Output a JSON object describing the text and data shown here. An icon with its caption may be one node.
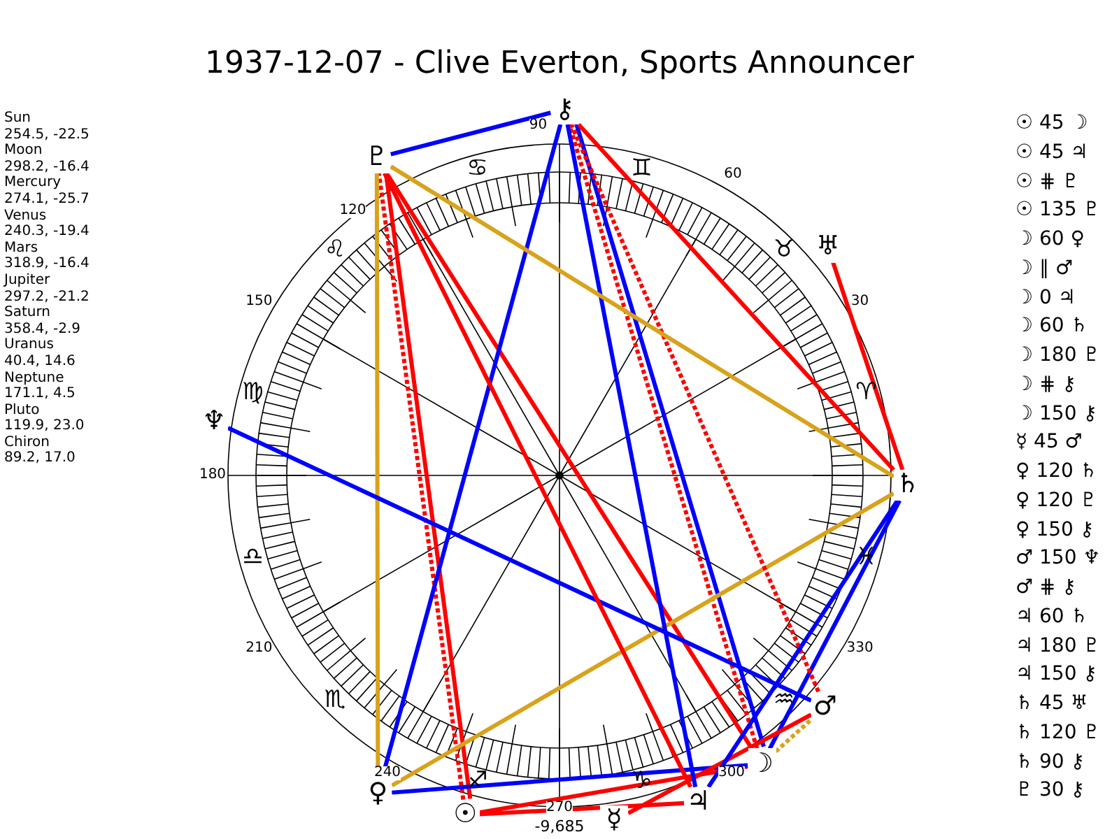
{
  "diagram": {
    "title": "1937-12-07 - Clive Everton, Sports Announcer",
    "nodes": [
      {
        "text": [
          "☉"
        ]
      },
      {
        "text": [
          "☽"
        ]
      },
      {
        "text": [
          "☿"
        ]
      },
      {
        "text": [
          "♀"
        ]
      },
      {
        "text": [
          "♂"
        ]
      },
      {
        "text": [
          "♃"
        ]
      },
      {
        "text": [
          "♄"
        ]
      },
      {
        "text": [
          "♅"
        ]
      },
      {
        "text": [
          "♆"
        ]
      },
      {
        "text": [
          "♇"
        ]
      },
      {
        "text": [
          "⚷"
        ]
      }
    ],
    "edges": [
      {
        "from": 0,
        "to": 1,
        "arrow": "none",
        "color": "#ff0000"
      },
      {
        "from": 0,
        "to": 5,
        "arrow": "none",
        "color": "#ff0000"
      },
      {
        "from": 0,
        "to": 9,
        "arrow": "none",
        "color": "#ff0000",
        "style": "dashed"
      },
      {
        "from": 0,
        "to": 9,
        "arrow": "none",
        "color": "#ff0000"
      },
      {
        "from": 1,
        "to": 3,
        "arrow": "none",
        "color": "#0000ff"
      },
      {
        "from": 1,
        "to": 4,
        "arrow": "none",
        "color": "#d9a21b",
        "style": "dashed"
      },
      {
        "from": 1,
        "to": 6,
        "arrow": "none",
        "color": "#0000ff"
      },
      {
        "from": 1,
        "to": 9,
        "arrow": "none",
        "color": "#ff0000"
      },
      {
        "from": 1,
        "to": 10,
        "arrow": "none",
        "color": "#ff0000",
        "style": "dashed"
      },
      {
        "from": 1,
        "to": 10,
        "arrow": "none",
        "color": "#0000ff"
      },
      {
        "from": 2,
        "to": 4,
        "arrow": "none",
        "color": "#ff0000"
      },
      {
        "from": 6,
        "to": 3,
        "arrow": "none",
        "color": "#d9a21b"
      },
      {
        "from": 3,
        "to": 9,
        "arrow": "none",
        "color": "#d9a21b"
      },
      {
        "from": 3,
        "to": 10,
        "arrow": "none",
        "color": "#0000ff"
      },
      {
        "from": 4,
        "to": 8,
        "arrow": "none",
        "color": "#0000ff"
      },
      {
        "from": 4,
        "to": 10,
        "arrow": "none",
        "color": "#ff0000",
        "style": "dashed"
      },
      {
        "from": 5,
        "to": 6,
        "arrow": "none",
        "color": "#0000ff"
      },
      {
        "from": 5,
        "to": 9,
        "arrow": "none",
        "color": "#ff0000"
      },
      {
        "from": 5,
        "to": 10,
        "arrow": "none",
        "color": "#0000ff"
      },
      {
        "from": 6,
        "to": 7,
        "arrow": "none",
        "color": "#ff0000"
      },
      {
        "from": 6,
        "to": 9,
        "arrow": "none",
        "color": "#d9a21b"
      },
      {
        "from": 6,
        "to": 10,
        "arrow": "none",
        "color": "#ff0000"
      },
      {
        "from": 9,
        "to": 10,
        "arrow": "none",
        "color": "#0000ff"
      }
    ],
    "labels": [
      "Sun",
      "254.5, -22.5",
      "Moon",
      "298.2, -16.4",
      "Mercury",
      "274.1, -25.7",
      "Venus",
      "240.3, -19.4",
      "Mars",
      "318.9, -16.4",
      "Jupiter",
      "297.2, -21.2",
      "Saturn",
      "358.4, -2.9",
      "Uranus",
      "40.4, 14.6",
      "Neptune",
      "171.1, 4.5",
      "Pluto",
      "119.9, 23.0",
      "Chiron",
      "89.2, 17.0",
      "90",
      "60",
      "30",
      "120",
      "150",
      "180",
      "210",
      "240",
      "270",
      "300",
      "330",
      "-9,685",
      "♈",
      "♉",
      "♊",
      "♋",
      "♌",
      "♍",
      "♎",
      "♏",
      "♐",
      "♑",
      "♒",
      "♓",
      "☉ 45 ☽",
      "☉ 45 ♃",
      "☉ ⋕ ♇",
      "☉ 135 ♇",
      "☽ 60 ♀",
      "☽ ∥ ♂",
      "☽ 0 ♃",
      "☽ 60 ♄",
      "☽ 180 ♇",
      "☽ ⋕ ⚷",
      "☽ 150 ⚷",
      "☿ 45 ♂",
      "♀ 120 ♄",
      "♀ 120 ♇",
      "♀ 150 ⚷",
      "♂ 150 ♆",
      "♂ ⋕ ⚷",
      "♃ 60 ♄",
      "♃ 180 ♇",
      "♃ 150 ⚷",
      "♄ 45 ♅",
      "♄ 120 ♇",
      "♄ 90 ⚷",
      "♇ 30 ⚷"
    ]
  }
}
